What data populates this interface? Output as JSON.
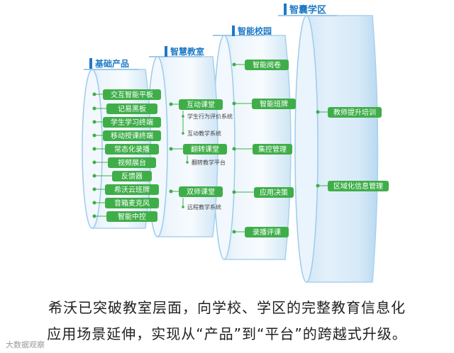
{
  "colors": {
    "green": "#3fae49",
    "blue_title": "#1e79c6",
    "cyl_light": "#e6f2fb",
    "cyl_mid": "#bfdcf2",
    "cyl_edge": "#9ccbec",
    "text_dark": "#333333"
  },
  "layers": [
    {
      "title": "基础产品",
      "items": [
        "交互智能平板",
        "记易黑板",
        "学生学习终端",
        "移动授课终端",
        "常态化录播",
        "视频展台",
        "反馈器",
        "希沃云班牌",
        "音箱麦克风",
        "智能中控"
      ]
    },
    {
      "title": "智慧教室",
      "groups": [
        {
          "label": "互动课堂",
          "subs": [
            "学生行为评价系统",
            "互动教学系统"
          ]
        },
        {
          "label": "翻转课堂",
          "subs": [
            "翻转教学平台"
          ]
        },
        {
          "label": "双师课堂",
          "subs": [
            "远程教学系统"
          ]
        }
      ]
    },
    {
      "title": "智能校园",
      "items": [
        "智能阅卷",
        "智能班牌",
        "集控管理",
        "应用决策",
        "录播评课"
      ]
    },
    {
      "title": "智囊学区",
      "items": [
        "教师提升培训",
        "区域化信息管理"
      ]
    }
  ],
  "caption": {
    "line1": "希沃已突破教室层面，向学校、学区的完整教育信息化",
    "line2": "应用场景延伸，实现从“产品”到“平台”的跨越式升级。"
  },
  "watermark": "大数据观察"
}
